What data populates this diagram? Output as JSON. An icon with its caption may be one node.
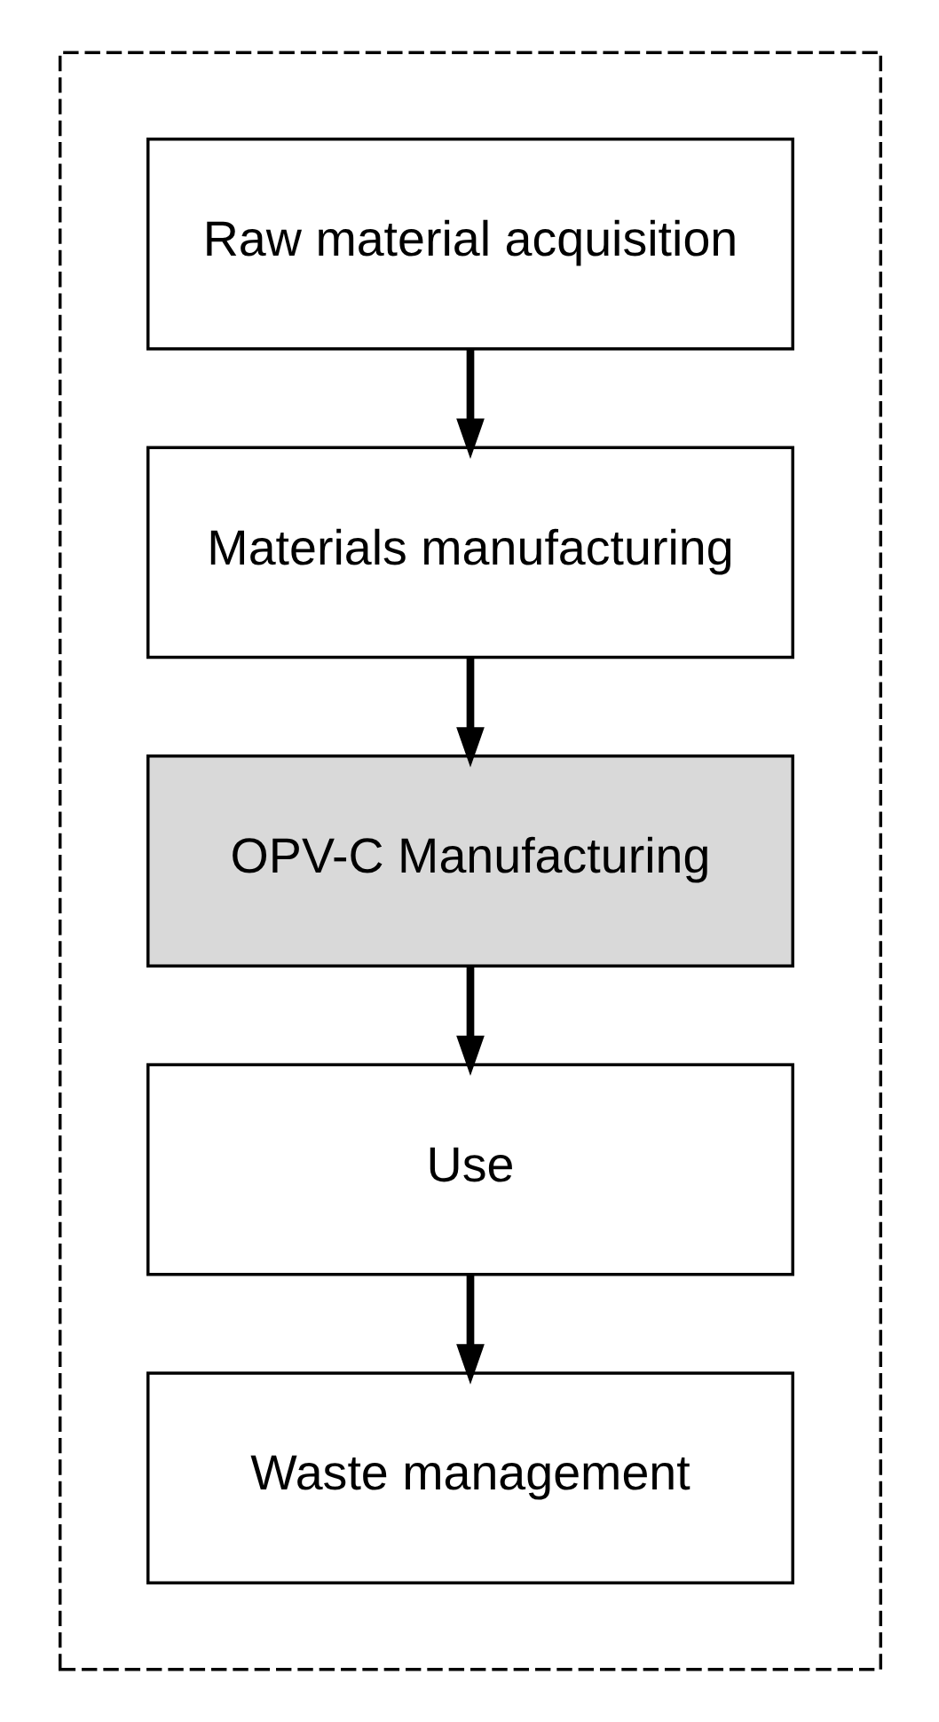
{
  "diagram": {
    "nodes": [
      {
        "text": [],
        "shape": "box"
      },
      {
        "text": [
          "Raw material acquisition"
        ],
        "in": 0
      },
      {
        "text": [
          "Materials manufacturing"
        ],
        "in": 0
      },
      {
        "text": [
          "OPV-C Manufacturing"
        ],
        "in": 0
      },
      {
        "text": [
          "Use"
        ],
        "in": 0
      },
      {
        "text": [
          "Waste management"
        ],
        "in": 0
      }
    ],
    "edges": [
      {
        "from": 1,
        "to": 2,
        "arrow": "to"
      },
      {
        "from": 2,
        "to": 3,
        "arrow": "to"
      },
      {
        "from": 3,
        "to": 4,
        "arrow": "to"
      },
      {
        "from": 4,
        "to": 5,
        "arrow": "to"
      }
    ]
  }
}
